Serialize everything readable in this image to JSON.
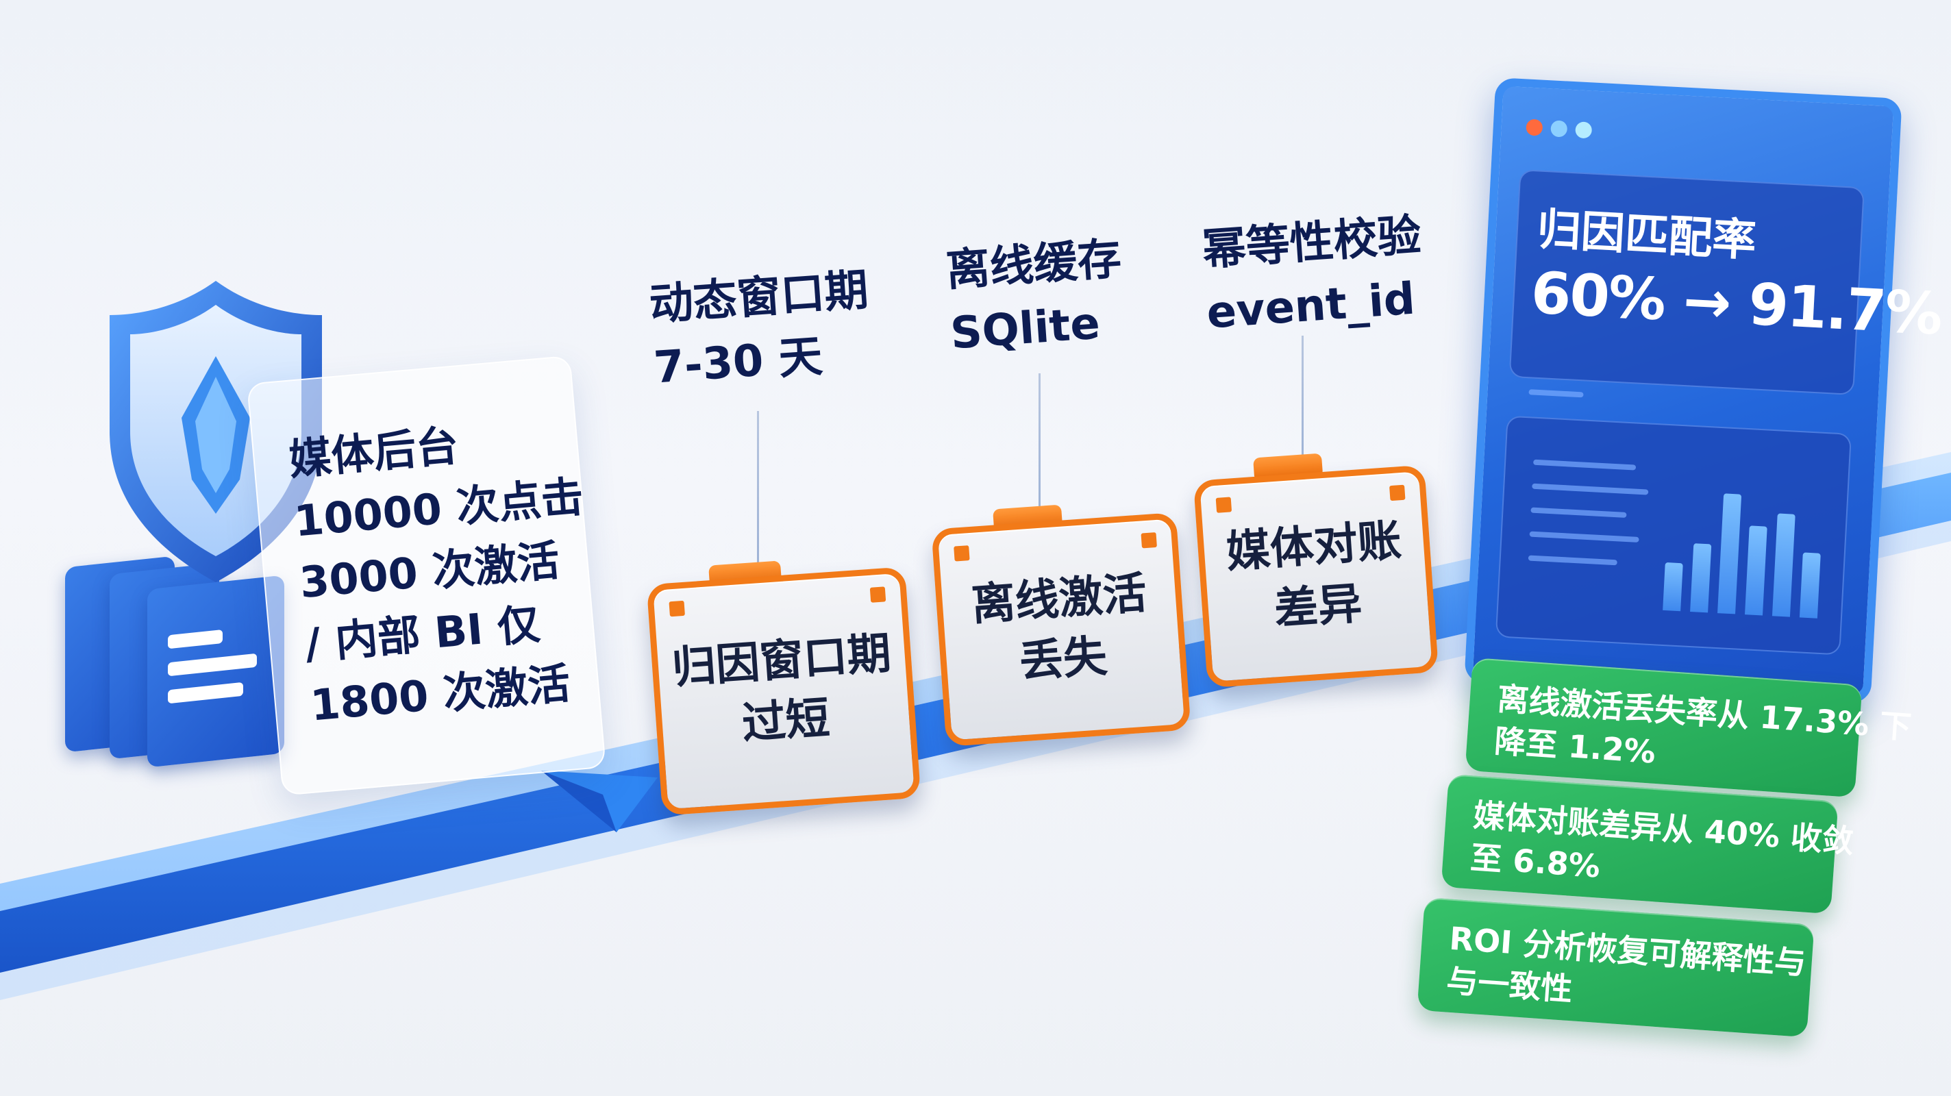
{
  "source_card": {
    "lines": [
      "媒体后台",
      "10000 次点击",
      "3000 次激活",
      "/ 内部 BI 仅",
      "1800 次激活"
    ]
  },
  "callouts": [
    {
      "lines": [
        "动态窗口期",
        "7-30 天"
      ]
    },
    {
      "lines": [
        "离线缓存",
        "SQlite"
      ]
    },
    {
      "lines": [
        "幂等性校验",
        "event_id"
      ]
    }
  ],
  "problem_cards": [
    {
      "lines": [
        "归因窗口期",
        "过短"
      ]
    },
    {
      "lines": [
        "离线激活",
        "丢失"
      ]
    },
    {
      "lines": [
        "媒体对账",
        "差异"
      ]
    }
  ],
  "monitor": {
    "title": "归因匹配率",
    "value": "60% → 91.7%"
  },
  "results": [
    {
      "lines": [
        "离线激活丢失率从 17.3% 下",
        "降至 1.2%"
      ]
    },
    {
      "lines": [
        "媒体对账差异从 40% 收敛",
        "至 6.8%"
      ]
    },
    {
      "lines": [
        "ROI 分析恢复可解释性与",
        "与一致性"
      ]
    }
  ],
  "colors": {
    "rail": "#2f7df0",
    "card_border": "#f27a18",
    "result_green": "#28b25c",
    "monitor_blue": "#2366db",
    "text_dark": "#0d1c52"
  },
  "icons": [
    "shield-icon",
    "arrow-head-icon",
    "bar-chart-icon"
  ]
}
